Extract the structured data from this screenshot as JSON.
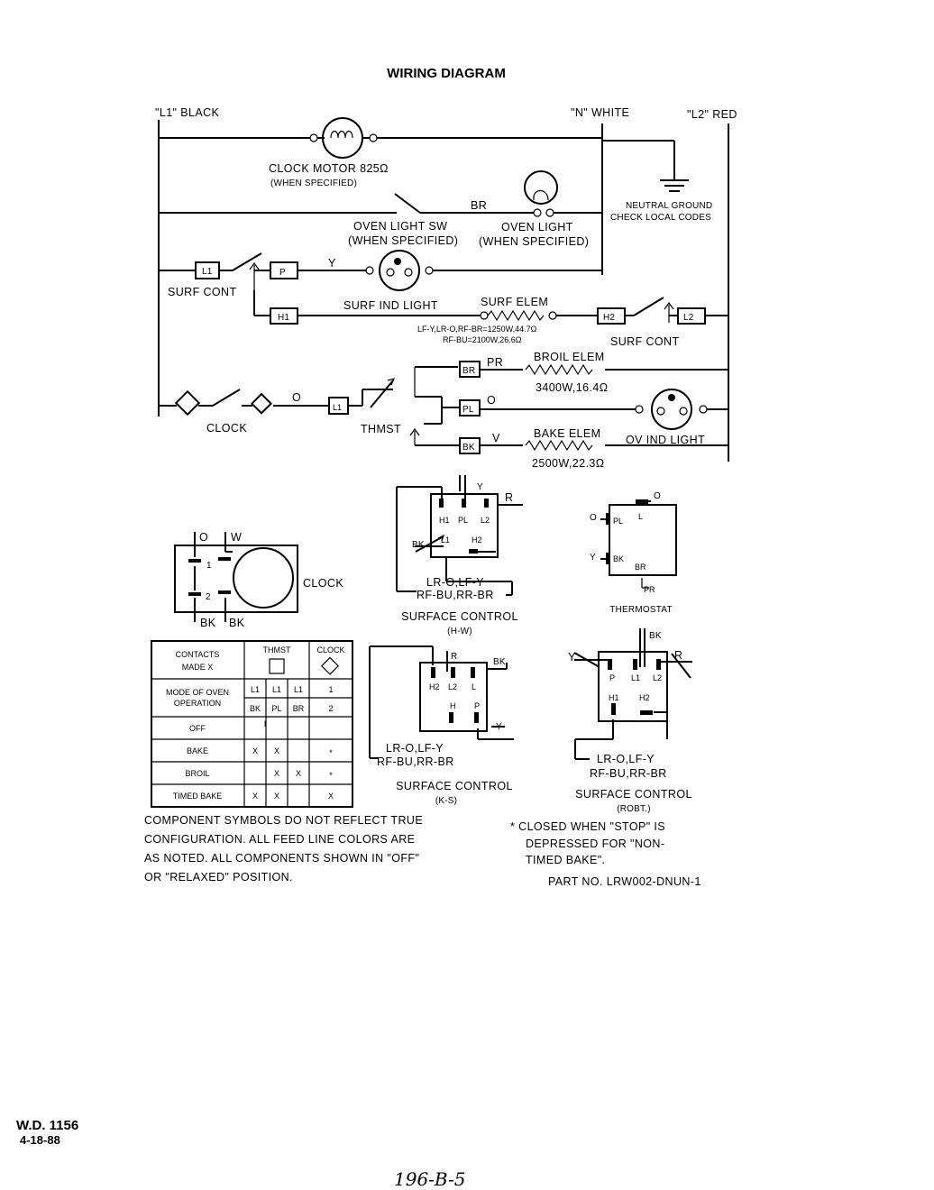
{
  "title": "WIRING DIAGRAM",
  "lines": {
    "l1": "\"L1\" BLACK",
    "n": "\"N\" WHITE",
    "l2": "\"L2\" RED"
  },
  "components": {
    "clock_motor": [
      "CLOCK MOTOR 825Ω",
      "(WHEN SPECIFIED)"
    ],
    "ground": [
      "NEUTRAL GROUND",
      "CHECK LOCAL CODES"
    ],
    "oven_light_sw": [
      "OVEN LIGHT SW",
      "(WHEN SPECIFIED)"
    ],
    "oven_light": [
      "OVEN LIGHT",
      "(WHEN SPECIFIED)"
    ],
    "surf_ind_light": "SURF IND LIGHT",
    "surf_elem": "SURF ELEM",
    "surf_elem_values": [
      "LF-Y,LR-O,RF-BR=1250W,44.7Ω",
      "RF-BU=2100W,26.6Ω"
    ],
    "surf_cont": "SURF CONT",
    "broil_elem": [
      "BROIL ELEM",
      "3400W,16.4Ω"
    ],
    "bake_elem": [
      "BAKE ELEM",
      "2500W,22.3Ω"
    ],
    "ov_ind_light": "OV IND LIGHT",
    "clock": "CLOCK",
    "thmst": "THMST"
  },
  "terminals": {
    "l1": "L1",
    "p": "P",
    "h1": "H1",
    "h2": "H2",
    "l2": "L2",
    "br": "BR",
    "pl": "PL",
    "bk": "BK"
  },
  "wire_labels": {
    "br": "BR",
    "y": "Y",
    "o": "O",
    "pr": "PR",
    "v": "V",
    "w": "W",
    "r": "R",
    "bk": "BK",
    "p": "P"
  },
  "clock_detail": {
    "label": "CLOCK",
    "contacts": [
      "1",
      "2"
    ],
    "wires": {
      "top_left": "O",
      "top_right": "W",
      "bottom_left": "BK",
      "bottom_right": "BK"
    }
  },
  "surface_control_hw": {
    "terminals": [
      "H1",
      "PL",
      "L2",
      "L1",
      "H2"
    ],
    "codes": [
      "LR-O,LF-Y",
      "RF-BU,RR-BR"
    ],
    "title": [
      "SURFACE CONTROL",
      "(H-W)"
    ]
  },
  "thermostat": {
    "terminals": [
      "PL",
      "L",
      "BK",
      "BR"
    ],
    "wires": [
      "O",
      "O",
      "Y",
      "PR"
    ],
    "title": "THERMOSTAT"
  },
  "surface_control_ks": {
    "terminals": [
      "H2",
      "L2",
      "L",
      "H",
      "P"
    ],
    "wires": [
      "R",
      "BK",
      "Y"
    ],
    "codes": [
      "LR-O,LF-Y",
      "RF-BU,RR-BR"
    ],
    "title": [
      "SURFACE CONTROL",
      "(K-S)"
    ]
  },
  "surface_control_robt": {
    "terminals": [
      "P",
      "L1",
      "L2",
      "H1",
      "H2"
    ],
    "wires": [
      "Y",
      "BK",
      "R"
    ],
    "codes": [
      "LR-O,LF-Y",
      "RF-BU,RR-BR"
    ],
    "title": [
      "SURFACE CONTROL",
      "(ROBT.)"
    ]
  },
  "contacts_table": {
    "header_contacts": [
      "CONTACTS",
      "MADE X"
    ],
    "header_thmst": "THMST",
    "header_clock": "CLOCK",
    "mode_label": [
      "MODE OF OVEN",
      "OPERATION"
    ],
    "sub_top": [
      "L1",
      "L1",
      "L1",
      "1"
    ],
    "sub_bottom": [
      "BK",
      "PL",
      "BR",
      "2"
    ],
    "rows": [
      {
        "mode": "OFF",
        "cells": [
          "",
          "I",
          "",
          ""
        ]
      },
      {
        "mode": "BAKE",
        "cells": [
          "X",
          "X",
          "",
          "*"
        ]
      },
      {
        "mode": "BROIL",
        "cells": [
          "",
          "X",
          "X",
          "*"
        ]
      },
      {
        "mode": "TIMED BAKE",
        "cells": [
          "X",
          "X",
          "",
          "X"
        ]
      }
    ]
  },
  "notes": {
    "left": [
      "COMPONENT SYMBOLS DO NOT REFLECT TRUE",
      "CONFIGURATION. ALL FEED LINE COLORS ARE",
      "AS NOTED. ALL COMPONENTS SHOWN IN \"OFF\"",
      "OR \"RELAXED\" POSITION."
    ],
    "right": [
      "* CLOSED WHEN \"STOP\" IS",
      "DEPRESSED FOR \"NON-",
      "TIMED BAKE\"."
    ],
    "part_no": "PART NO. LRW002-DNUN-1"
  },
  "footer": {
    "wd": "W.D. 1156",
    "date": "4-18-88",
    "handwritten": "196-B-5"
  }
}
